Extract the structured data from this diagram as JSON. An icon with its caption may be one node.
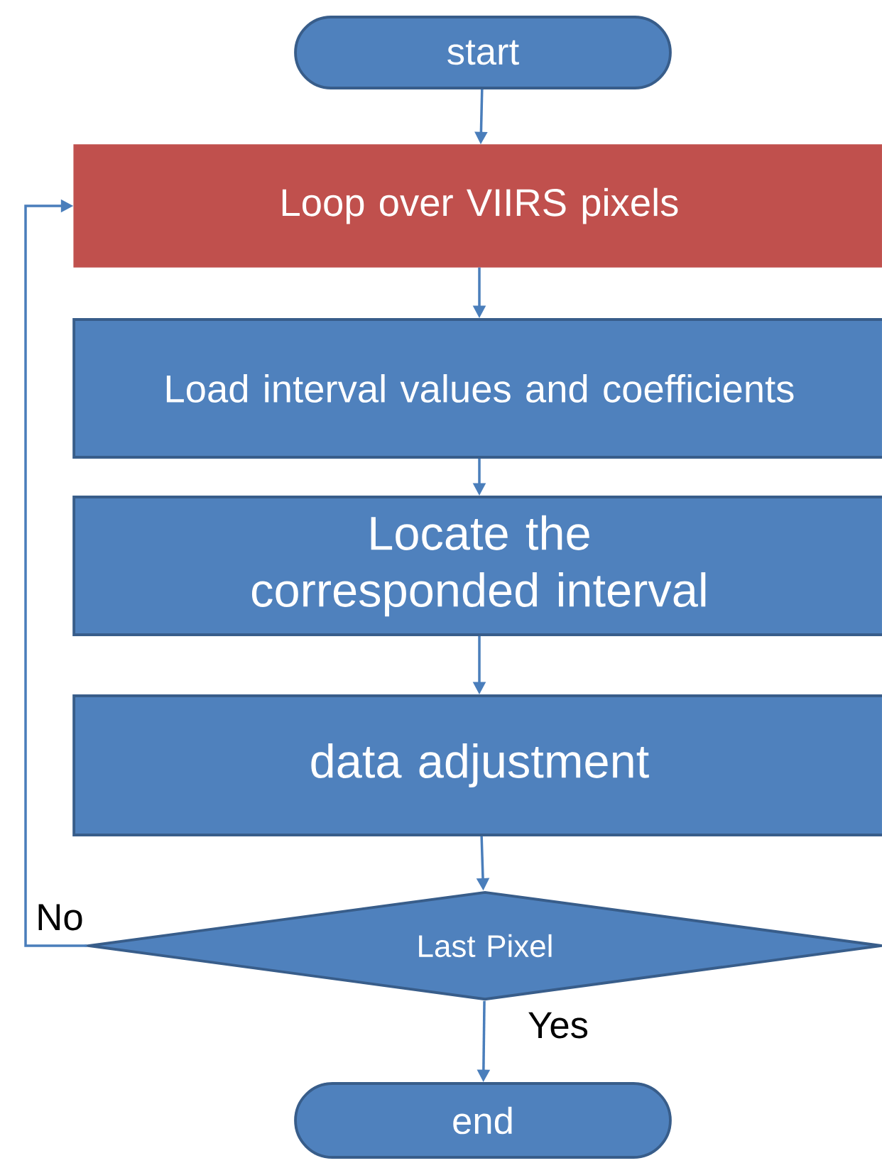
{
  "diagram": {
    "nodes": [
      {
        "text": [
          "start"
        ]
      },
      {
        "text": [
          "Loop over VIIRS pixels"
        ]
      },
      {
        "text": [
          "Load interval values and coefficients"
        ]
      },
      {
        "text": [
          "Locate the corresponded interval"
        ]
      },
      {
        "text": [
          "data adjustment"
        ]
      },
      {
        "text": [
          "Last Pixel"
        ]
      },
      {
        "text": [
          "end"
        ]
      }
    ],
    "edges": [
      {
        "from": 0,
        "to": 1,
        "arrow": "to"
      },
      {
        "from": 1,
        "to": 2,
        "arrow": "to"
      },
      {
        "from": 2,
        "to": 3,
        "arrow": "to"
      },
      {
        "from": 3,
        "to": 4,
        "arrow": "to"
      },
      {
        "from": 4,
        "to": 5,
        "arrow": "to"
      },
      {
        "from": 5,
        "to": 6,
        "arrow": "to",
        "label": "Yes"
      },
      {
        "from": 5,
        "to": 1,
        "arrow": "to",
        "label": "No"
      }
    ]
  }
}
